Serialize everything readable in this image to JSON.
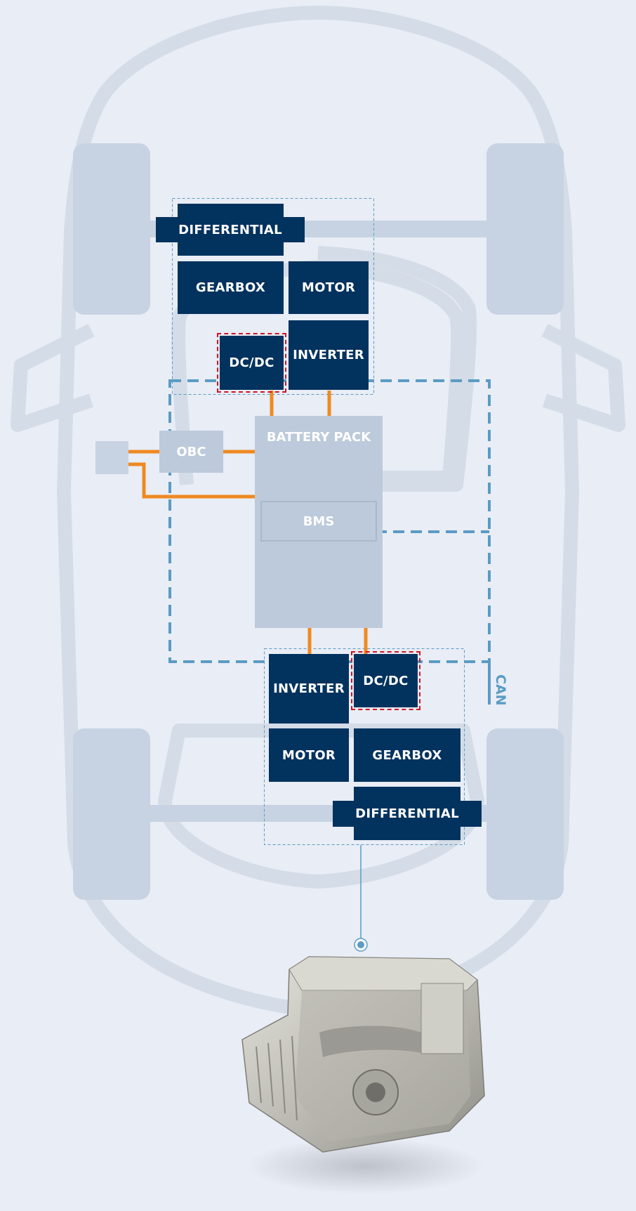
{
  "front_axle": {
    "differential": "DIFFERENTIAL",
    "gearbox": "GEARBOX",
    "motor": "MOTOR",
    "dcdc": "DC/DC",
    "inverter": "INVERTER"
  },
  "rear_axle": {
    "inverter": "INVERTER",
    "dcdc": "DC/DC",
    "motor": "MOTOR",
    "gearbox": "GEARBOX",
    "differential": "DIFFERENTIAL"
  },
  "obc": "OBC",
  "battery_pack": "BATTERY PACK",
  "bms": "BMS",
  "can_label": "CAN",
  "colors": {
    "component": "#02325e",
    "chassis": "#c7d3e2",
    "wire": "#ee8a22",
    "can_bus": "#5b9bc4",
    "dcdc_highlight": "#d01426"
  },
  "icons": [
    "car-chassis-outline",
    "charging-port",
    "edrive-unit-photo"
  ]
}
